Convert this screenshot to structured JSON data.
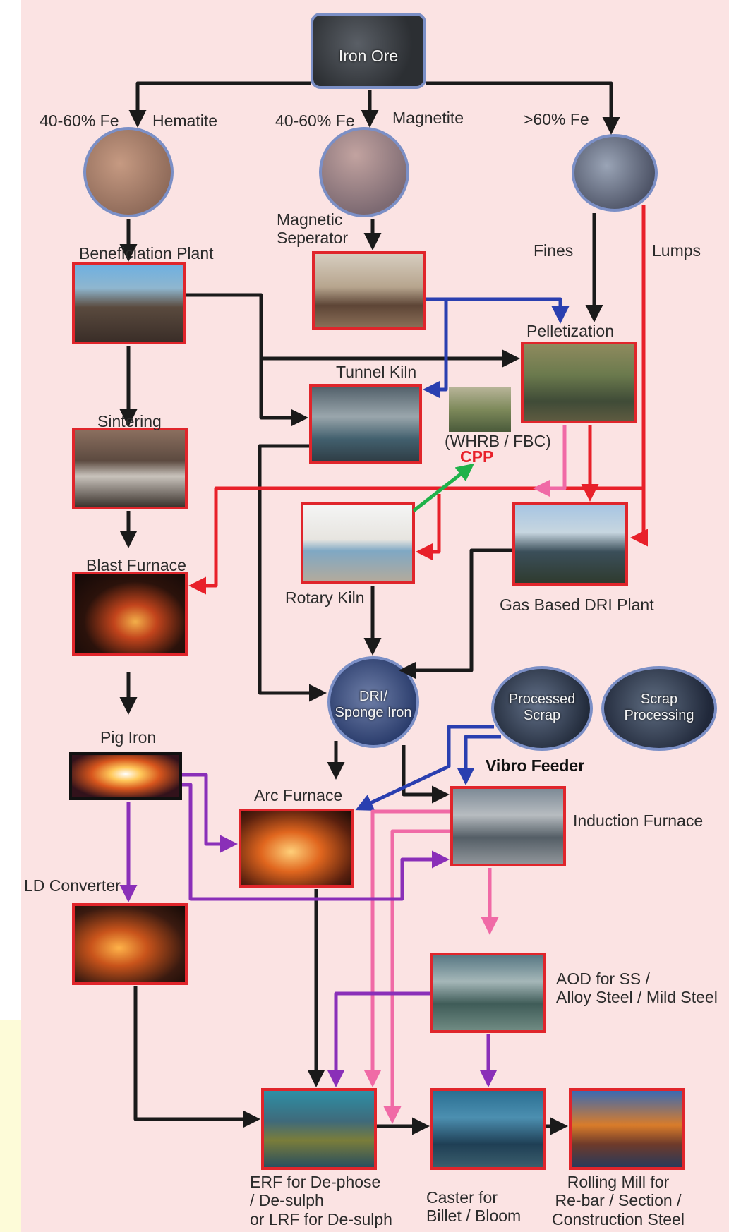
{
  "labels": {
    "iron_ore": "Iron Ore",
    "fe_40_60_hematite": "40-60% Fe",
    "hematite": "Hematite",
    "fe_40_60_magnetite": "40-60% Fe",
    "magnetite": "Magnetite",
    "fe_60_plus": ">60% Fe",
    "magnetic_separator": "Magnetic\nSeperator",
    "fines": "Fines",
    "lumps": "Lumps",
    "beneficiation_plant": "Beneficiation Plant",
    "pelletization": "Pelletization",
    "tunnel_kiln": "Tunnel Kiln",
    "whrb_fbc": "(WHRB / FBC)",
    "cpp": "CPP",
    "sintering": "Sintering",
    "blast_furnace": "Blast Furnace",
    "rotary_kiln": "Rotary Kiln",
    "gas_based_dri": "Gas Based DRI Plant",
    "dri_sponge_iron": "DRI/\nSponge Iron",
    "processed_scrap": "Processed\nScrap",
    "scrap_processing": "Scrap\nProcessing",
    "vibro_feeder": "Vibro Feeder",
    "pig_iron": "Pig Iron",
    "arc_furnace": "Arc Furnace",
    "induction_furnace": "Induction Furnace",
    "ld_converter": "LD Converter",
    "aod": "AOD for SS /\nAlloy Steel / Mild Steel",
    "erf": "ERF for De-phose\n/ De-sulph\nor LRF for De-sulph",
    "caster": "Caster for\nBillet / Bloom",
    "rolling_mill": "Rolling Mill for\nRe-bar / Section /\nConstruction Steel"
  },
  "colors": {
    "background": "#fbe3e3",
    "box_border": "#e0252b",
    "circle_border": "#7b8fc6",
    "flow_black": "#1a1a1a",
    "flow_blue": "#2a3fb0",
    "flow_red": "#e8202a",
    "flow_pink": "#f06aa6",
    "flow_purple": "#8a2fb8",
    "flow_green": "#1fb24a"
  }
}
